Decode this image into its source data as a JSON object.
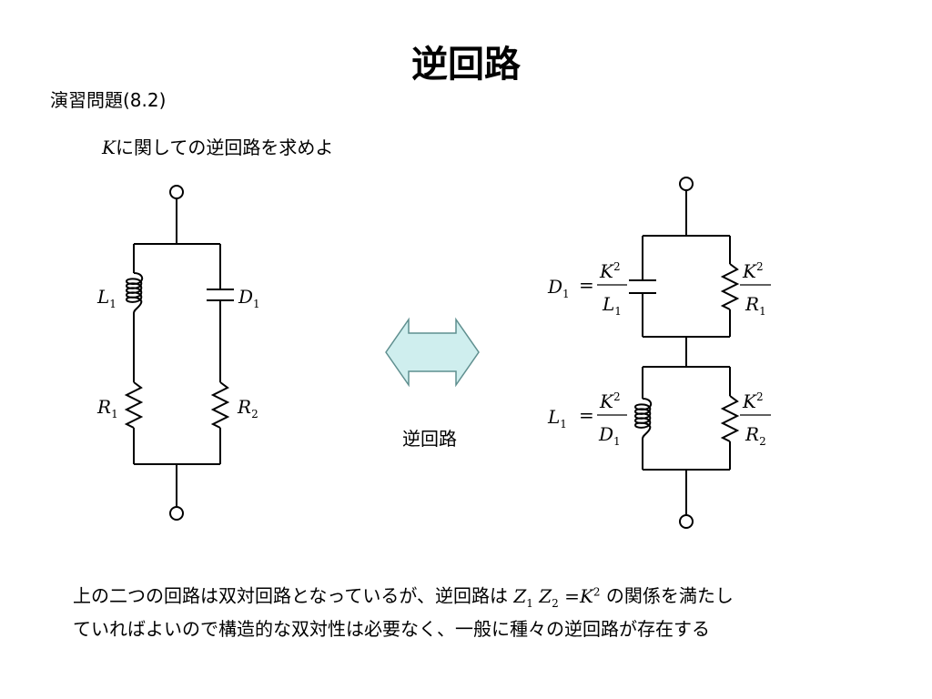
{
  "title": "逆回路",
  "subtitle": "演習問題(8.2)",
  "problem": {
    "var": "K",
    "text": "に関しての逆回路を求めよ"
  },
  "arrow_caption": "逆回路",
  "left_circuit": {
    "L1": {
      "main": "L",
      "sub": "1"
    },
    "D1": {
      "main": "D",
      "sub": "1"
    },
    "R1": {
      "main": "R",
      "sub": "1"
    },
    "R2": {
      "main": "R",
      "sub": "2"
    }
  },
  "right_circuit": {
    "eq_top": {
      "lhs": "D",
      "lhs_sub": "1",
      "eq": "=",
      "num": "K",
      "num_sup": "2",
      "den": "L",
      "den_sub": "1"
    },
    "res_top": {
      "num": "K",
      "num_sup": "2",
      "den": "R",
      "den_sub": "1"
    },
    "eq_bottom": {
      "lhs": "L",
      "lhs_sub": "1",
      "eq": "=",
      "num": "K",
      "num_sup": "2",
      "den": "D",
      "den_sub": "1"
    },
    "res_bottom": {
      "num": "K",
      "num_sup": "2",
      "den": "R",
      "den_sub": "2"
    }
  },
  "footer": {
    "line1_a": "上の二つの回路は双対回路となっているが、逆回路は ",
    "z1": "Z",
    "z1_sub": "1",
    "z2": "Z",
    "z2_sub": "2",
    "eq": "=",
    "k": "K",
    "k_sup": "2",
    "line1_b": " の関係を満たし",
    "line2": "ていればよいので構造的な双対性は必要なく、一般に種々の逆回路が存在する"
  },
  "colors": {
    "arrow_fill": "#cfeeee",
    "arrow_stroke": "#5f8f8f",
    "wire": "#000000"
  }
}
